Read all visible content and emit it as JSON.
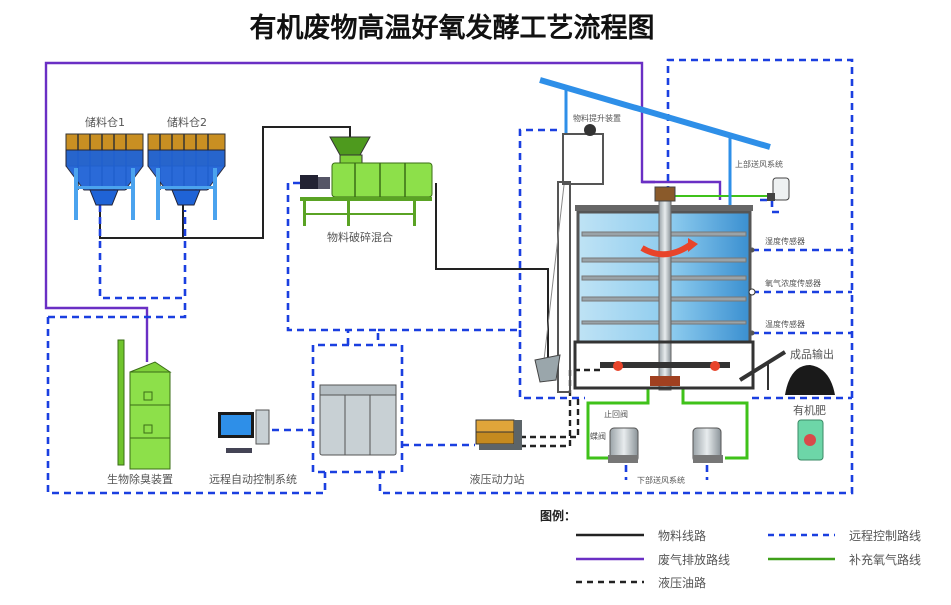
{
  "title": "有机废物高温好氧发酵工艺流程图",
  "equipment": {
    "silo_1": "储料仓1",
    "silo_2": "储料仓2",
    "crusher_mixer": "物料破碎混合",
    "lifting_device": "物料提升装置",
    "upper_air_supply": "上部送风系统",
    "humidity_sensor": "湿度传感器",
    "oxygen_sensor": "氧气浓度传感器",
    "temperature_sensor": "温度传感器",
    "product_output": "成品输出",
    "organic_fertilizer": "有机肥",
    "check_valve": "止回阀",
    "butterfly_valve": "蝶阀",
    "lower_air_supply": "下部送风系统",
    "hydraulic_station": "液压动力站",
    "remote_control": "远程自动控制系统",
    "deodorizer": "生物除臭装置"
  },
  "legend": {
    "title": "图例：",
    "items": [
      {
        "label": "物料线路",
        "style": "solid",
        "color": "#222222"
      },
      {
        "label": "远程控制路线",
        "style": "dashed",
        "color": "#1a3fe0"
      },
      {
        "label": "废气排放路线",
        "style": "solid",
        "color": "#6a2fc4"
      },
      {
        "label": "补充氧气路线",
        "style": "solid",
        "color": "#3fc21a"
      },
      {
        "label": "液压油路",
        "style": "dashed",
        "color": "#222222"
      }
    ]
  }
}
